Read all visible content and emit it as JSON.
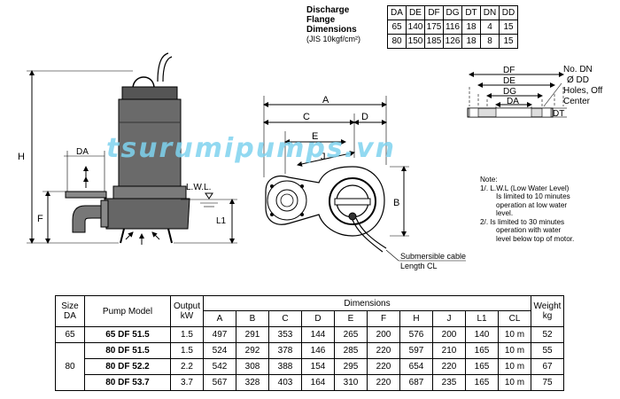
{
  "flange": {
    "title_lines": [
      "Discharge",
      "Flange",
      "Dimensions"
    ],
    "subtitle": "(JIS 10kgf/cm²)",
    "headers": [
      "DA",
      "DE",
      "DF",
      "DG",
      "DT",
      "DN",
      "DD"
    ],
    "rows": [
      [
        "65",
        "140",
        "175",
        "116",
        "18",
        "4",
        "15"
      ],
      [
        "80",
        "150",
        "185",
        "126",
        "18",
        "8",
        "15"
      ]
    ]
  },
  "watermark": "tsurumipumps.vn",
  "diagram_labels": {
    "H": "H",
    "F": "F",
    "DA": "DA",
    "lwl": "L.W.L.",
    "L1": "L1",
    "A": "A",
    "C": "C",
    "D": "D",
    "E": "E",
    "J": "J",
    "B": "B",
    "cable": [
      "Submersible cable",
      "Length CL"
    ],
    "DF": "DF",
    "DE": "DE",
    "DG": "DG",
    "DA2": "DA",
    "DT": "DT",
    "holes": [
      "No. DN",
      "Ø DD",
      "Holes, Off",
      "Center"
    ]
  },
  "note": {
    "title": "Note:",
    "items": [
      [
        "1/. L.W.L (Low Water Level)",
        "Is limited to 10 minutes",
        "operation at low water",
        "level."
      ],
      [
        "2/. Is limited to 30 minutes",
        "operation with water",
        "level below top of motor."
      ]
    ]
  },
  "main_table": {
    "h_size": [
      "Size",
      "DA"
    ],
    "h_model": "Pump Model",
    "h_output": [
      "Output",
      "kW"
    ],
    "h_dimensions": "Dimensions",
    "h_weight": [
      "Weight",
      "kg"
    ],
    "dim_cols": [
      "A",
      "B",
      "C",
      "D",
      "E",
      "F",
      "H",
      "J",
      "L1",
      "CL"
    ],
    "rows": [
      {
        "size": "65",
        "model": "65 DF 51.5",
        "kw": "1.5",
        "dims": [
          "497",
          "291",
          "353",
          "144",
          "265",
          "200",
          "576",
          "200",
          "140",
          "10 m"
        ],
        "kg": "52"
      },
      {
        "size": "80",
        "model": "80 DF 51.5",
        "kw": "1.5",
        "dims": [
          "524",
          "292",
          "378",
          "146",
          "285",
          "220",
          "597",
          "210",
          "165",
          "10 m"
        ],
        "kg": "55"
      },
      {
        "size": "",
        "model": "80 DF 52.2",
        "kw": "2.2",
        "dims": [
          "542",
          "308",
          "388",
          "154",
          "295",
          "220",
          "654",
          "220",
          "165",
          "10 m"
        ],
        "kg": "67"
      },
      {
        "size": "",
        "model": "80 DF 53.7",
        "kw": "3.7",
        "dims": [
          "567",
          "328",
          "403",
          "164",
          "310",
          "220",
          "687",
          "235",
          "165",
          "10 m"
        ],
        "kg": "75"
      }
    ]
  }
}
